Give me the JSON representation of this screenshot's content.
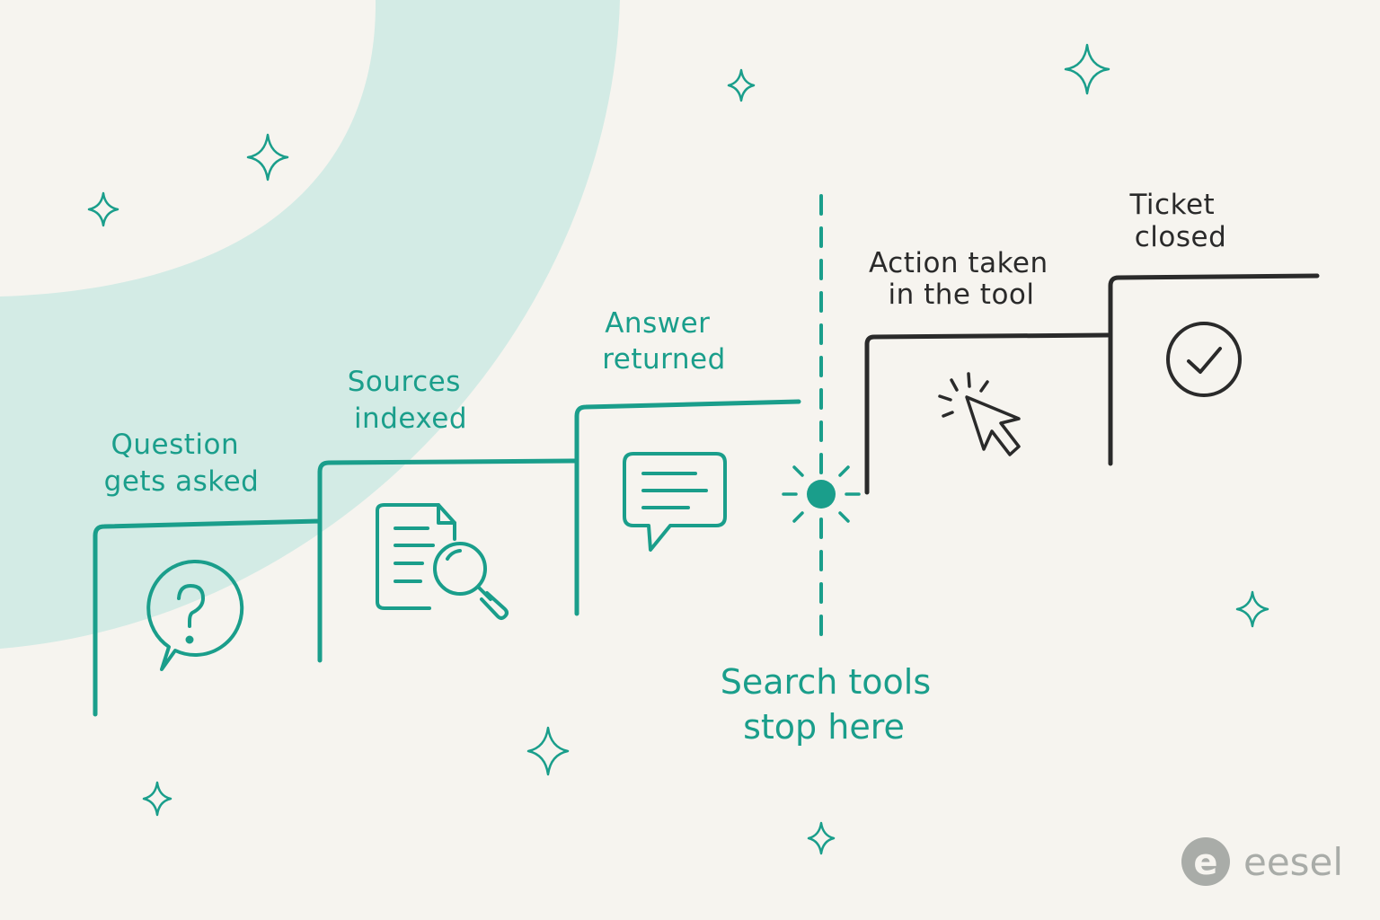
{
  "steps": [
    {
      "id": "question",
      "label_line1": "Question",
      "label_line2": "gets asked",
      "icon": "question-bubble-icon"
    },
    {
      "id": "sources",
      "label_line1": "Sources",
      "label_line2": "indexed",
      "icon": "document-search-icon"
    },
    {
      "id": "answer",
      "label_line1": "Answer",
      "label_line2": "returned",
      "icon": "chat-bubble-icon"
    },
    {
      "id": "action",
      "label_line1": "Action taken",
      "label_line2": "in the tool",
      "icon": "cursor-click-icon"
    },
    {
      "id": "ticket",
      "label_line1": "Ticket",
      "label_line2": "closed",
      "icon": "check-circle-icon"
    }
  ],
  "divider": {
    "label_line1": "Search tools",
    "label_line2": "stop here"
  },
  "brand": {
    "name": "eesel",
    "mark_letter": "e"
  },
  "colors": {
    "background": "#f6f4ef",
    "accent": "#1a9e8b",
    "accent_light": "#d3ebe5",
    "dark": "#2a2a2a",
    "brand_gray": "#a9aca8"
  }
}
